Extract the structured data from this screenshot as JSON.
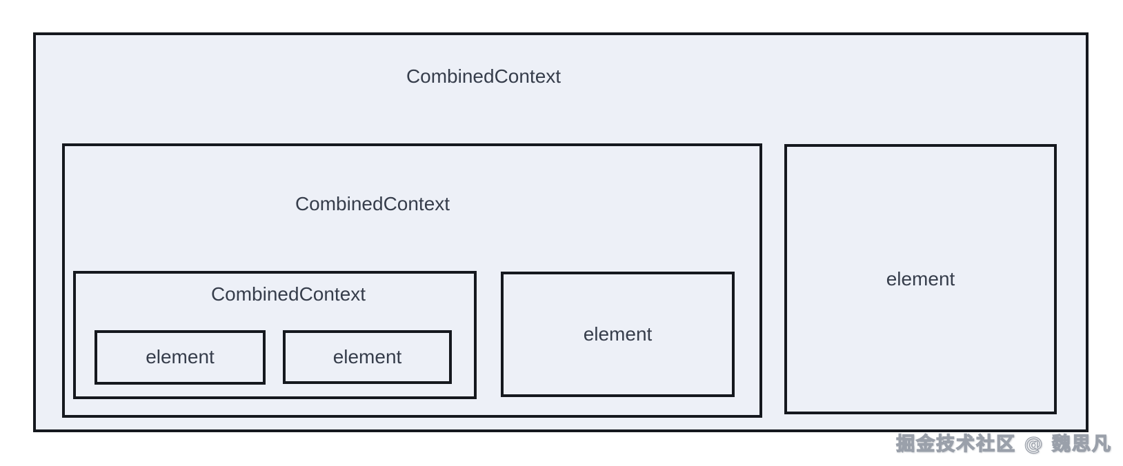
{
  "diagram": {
    "colors": {
      "box_fill": "#edf0f7",
      "box_border": "#15181e",
      "label_text": "#363d4b",
      "watermark_stroke": "#9aa0aa"
    },
    "outer_context": {
      "title": "CombinedContext",
      "element": {
        "label": "element"
      },
      "middle_context": {
        "title": "CombinedContext",
        "element": {
          "label": "element"
        },
        "inner_context": {
          "title": "CombinedContext",
          "elements": [
            {
              "label": "element"
            },
            {
              "label": "element"
            }
          ]
        }
      }
    }
  },
  "watermark": {
    "text": "掘金技术社区 @ 魏思凡"
  }
}
